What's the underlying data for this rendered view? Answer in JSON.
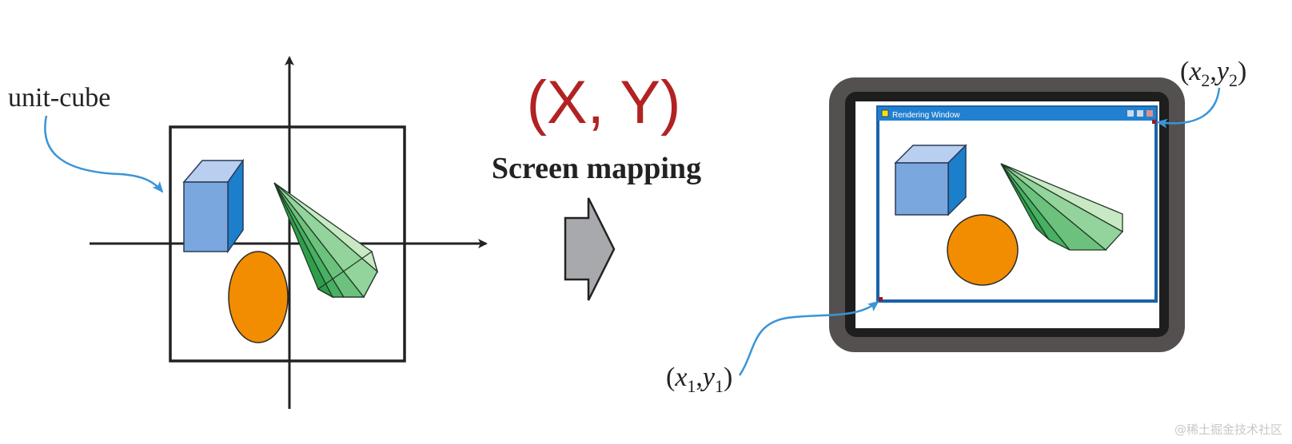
{
  "left_panel": {
    "label": "unit-cube"
  },
  "middle": {
    "coords_label": "(X, Y)",
    "title": "Screen mapping"
  },
  "right_panel": {
    "window_title": "Rendering Window",
    "corner_bottom_left": {
      "base": "(",
      "x": "x",
      "x_sub": "1",
      "sep": ",",
      "y": "y",
      "y_sub": "1",
      "close": ")"
    },
    "corner_top_right": {
      "base": "(",
      "x": "x",
      "x_sub": "2",
      "sep": ",",
      "y": "y",
      "y_sub": "2",
      "close": ")"
    }
  },
  "watermark": "@稀土掘金技术社区",
  "colors": {
    "coords_red": "#b22222",
    "cube_front": "#7ba7df",
    "cube_top": "#b8cff0",
    "cube_side": "#1b7fcc",
    "ellipse": "#f28c00",
    "cone_dark": "#2e9e4a",
    "cone_light": "#c9e8c4",
    "arrow_blue": "#3a94d6",
    "window_frame": "#1a63a8",
    "window_titlebar": "#2180d0",
    "monitor_bezel": "#555050",
    "monitor_inner": "#1e1e1e"
  }
}
